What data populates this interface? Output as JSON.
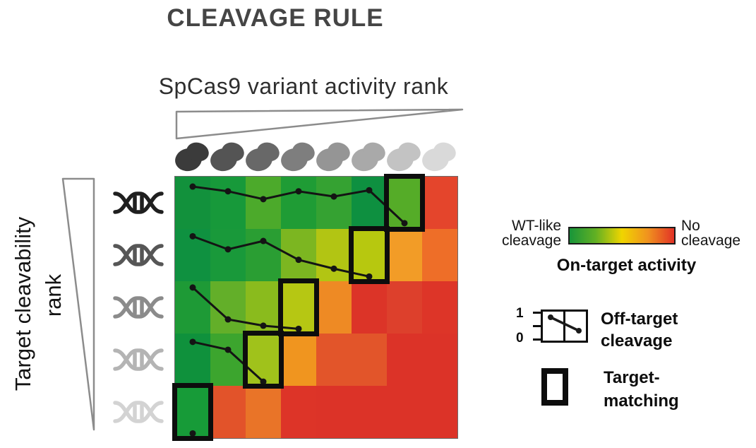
{
  "title": "CLEAVAGE RULE",
  "axes": {
    "x_label": "SpCas9 variant activity rank",
    "y_label": "Target cleavability",
    "y_label_2": "rank"
  },
  "legend": {
    "gradient_left": "WT-like\ncleavage",
    "gradient_right": "No\ncleavage",
    "gradient_title": "On-target activity",
    "gradient_colors": [
      "#18953a",
      "#62b023",
      "#f0d500",
      "#f0921f",
      "#e23227"
    ],
    "offtarget_axis_top": "1",
    "offtarget_axis_bottom": "0",
    "offtarget_label": "Off-target\ncleavage",
    "matching_label": "Target-\nmatching"
  },
  "chart_data": {
    "type": "heatmap",
    "title": "CLEAVAGE RULE",
    "xlabel": "SpCas9 variant activity rank",
    "ylabel": "Target cleavability rank",
    "n_variants": 8,
    "n_targets": 5,
    "variant_icon_colors": [
      "#3b3b3b",
      "#545454",
      "#686868",
      "#7e7e7e",
      "#959595",
      "#a9a9a9",
      "#c3c3c3",
      "#d9d9d9"
    ],
    "target_icon_colors": [
      "#1f1f1f",
      "#565656",
      "#8b8b8b",
      "#b4b4b4",
      "#d3d3d3"
    ],
    "cell_colors": [
      [
        "#12913c",
        "#17993a",
        "#4caa2b",
        "#1f9c35",
        "#35a232",
        "#0e9040",
        "#55ac28",
        "#e4452c"
      ],
      [
        "#0f9140",
        "#19993a",
        "#2a9e33",
        "#7cb621",
        "#b2c513",
        "#b7c80f",
        "#f29c27",
        "#ee6e28"
      ],
      [
        "#1e9a36",
        "#63af29",
        "#8abb1d",
        "#b6c713",
        "#ee8a24",
        "#dc3428",
        "#dd402c",
        "#dd3528"
      ],
      [
        "#0f913c",
        "#3ca52e",
        "#a0c21b",
        "#f0951f",
        "#e2552a",
        "#e2552a",
        "#dc3328",
        "#dc3328"
      ],
      [
        "#179b38",
        "#e2532a",
        "#e97428",
        "#dd3428",
        "#dc3328",
        "#dc3328",
        "#dc3328",
        "#dc3328"
      ]
    ],
    "off_target_scale": [
      0,
      1
    ],
    "off_target_series": [
      {
        "target_row": 1,
        "values": [
          0.81,
          0.72,
          0.57,
          0.72,
          0.62,
          0.74,
          0.11
        ]
      },
      {
        "target_row": 2,
        "values": [
          0.86,
          0.61,
          0.77,
          0.41,
          0.24,
          0.09
        ]
      },
      {
        "target_row": 3,
        "values": [
          0.88,
          0.27,
          0.15,
          0.09
        ]
      },
      {
        "target_row": 4,
        "values": [
          0.84,
          0.69,
          0.08
        ]
      },
      {
        "target_row": 5,
        "values": [
          0.09
        ]
      }
    ],
    "target_matching_cells": [
      {
        "row": 1,
        "col": 7
      },
      {
        "row": 2,
        "col": 6
      },
      {
        "row": 3,
        "col": 4
      },
      {
        "row": 4,
        "col": 3
      },
      {
        "row": 5,
        "col": 1
      }
    ]
  }
}
